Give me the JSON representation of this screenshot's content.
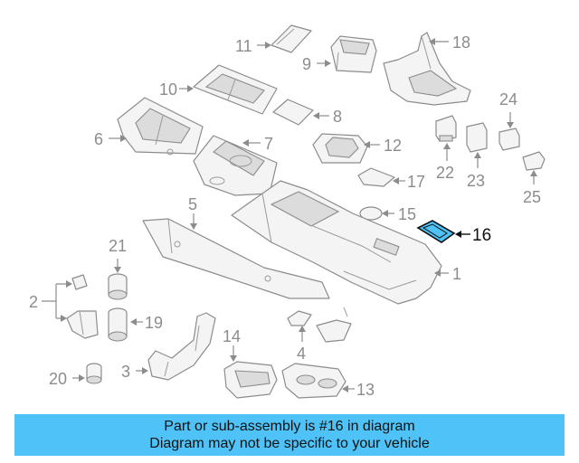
{
  "callouts": {
    "c1": "1",
    "c2": "2",
    "c3": "3",
    "c4": "4",
    "c5": "5",
    "c6": "6",
    "c7": "7",
    "c8": "8",
    "c9": "9",
    "c10": "10",
    "c11": "11",
    "c12": "12",
    "c13": "13",
    "c14": "14",
    "c15": "15",
    "c16": "16",
    "c17": "17",
    "c18": "18",
    "c19": "19",
    "c20": "20",
    "c21": "21",
    "c22": "22",
    "c23": "23",
    "c24": "24",
    "c25": "25"
  },
  "highlight": {
    "part_number": "16",
    "color": "#4fc3f7"
  },
  "banner": {
    "line1": "Part or sub-assembly is #16 in diagram",
    "line2": "Diagram may not be specific to your vehicle",
    "background": "#4fc3f7"
  }
}
